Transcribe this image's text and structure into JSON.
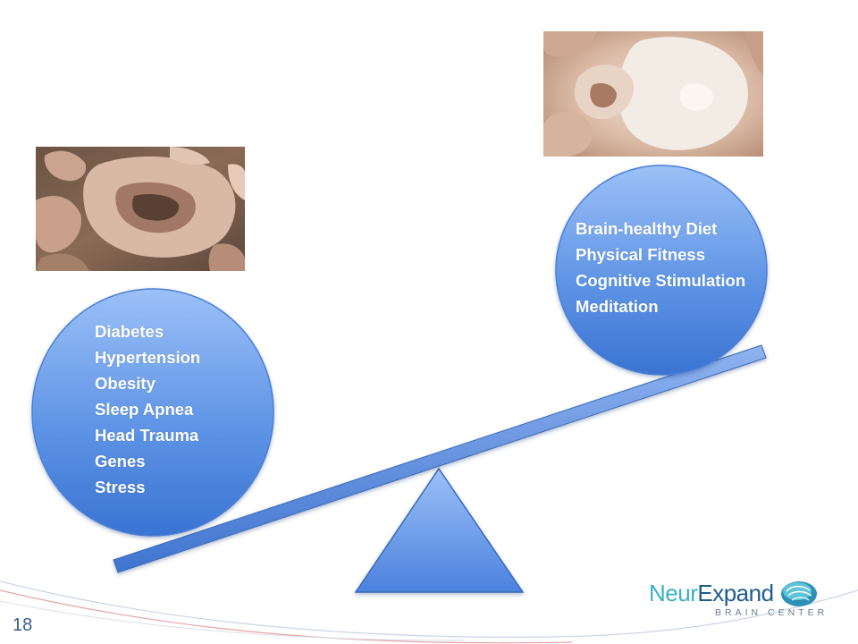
{
  "slide_number": "18",
  "left_factors": [
    "Diabetes",
    "Hypertension",
    "Obesity",
    "Sleep Apnea",
    "Head Trauma",
    "Genes",
    "Stress"
  ],
  "right_factors": [
    "Brain-healthy Diet",
    "Physical Fitness",
    "Cognitive Stimulation",
    "Meditation"
  ],
  "logo": {
    "part1": "Neur",
    "part2": "Expand",
    "subtitle": "BRAIN CENTER"
  },
  "colors": {
    "circle_light": "#8fb5f5",
    "circle_dark": "#3d78d6",
    "beam": "#4f86e0",
    "logo_teal": "#39b1c4",
    "logo_navy": "#1e5b8f"
  }
}
